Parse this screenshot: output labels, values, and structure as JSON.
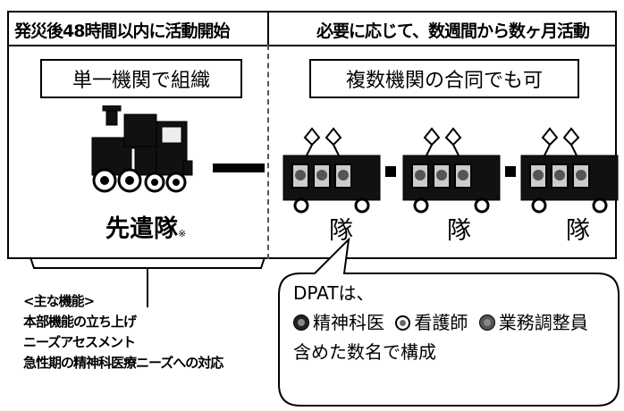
{
  "header": {
    "left": "発災後48時間以内に活動開始",
    "right": "必要に応じて、数週間から数ヶ月活動"
  },
  "boxes": {
    "left": "単一機関で組織",
    "right": "複数機関の合同でも可"
  },
  "labels": {
    "advance_team": "先遣隊",
    "note_mark": "※",
    "team": "隊"
  },
  "functions": {
    "title": "<主な機能>",
    "items": [
      "本部機能の立ち上げ",
      "ニーズアセスメント",
      "急性期の精神科医療ニーズへの対応"
    ]
  },
  "bubble": {
    "line1": "DPATは、",
    "roles": [
      "精神科医",
      "看護師",
      "業務調整員"
    ],
    "line3": "含めた数名で構成"
  },
  "colors": {
    "ink": "#000000",
    "background": "#ffffff"
  }
}
